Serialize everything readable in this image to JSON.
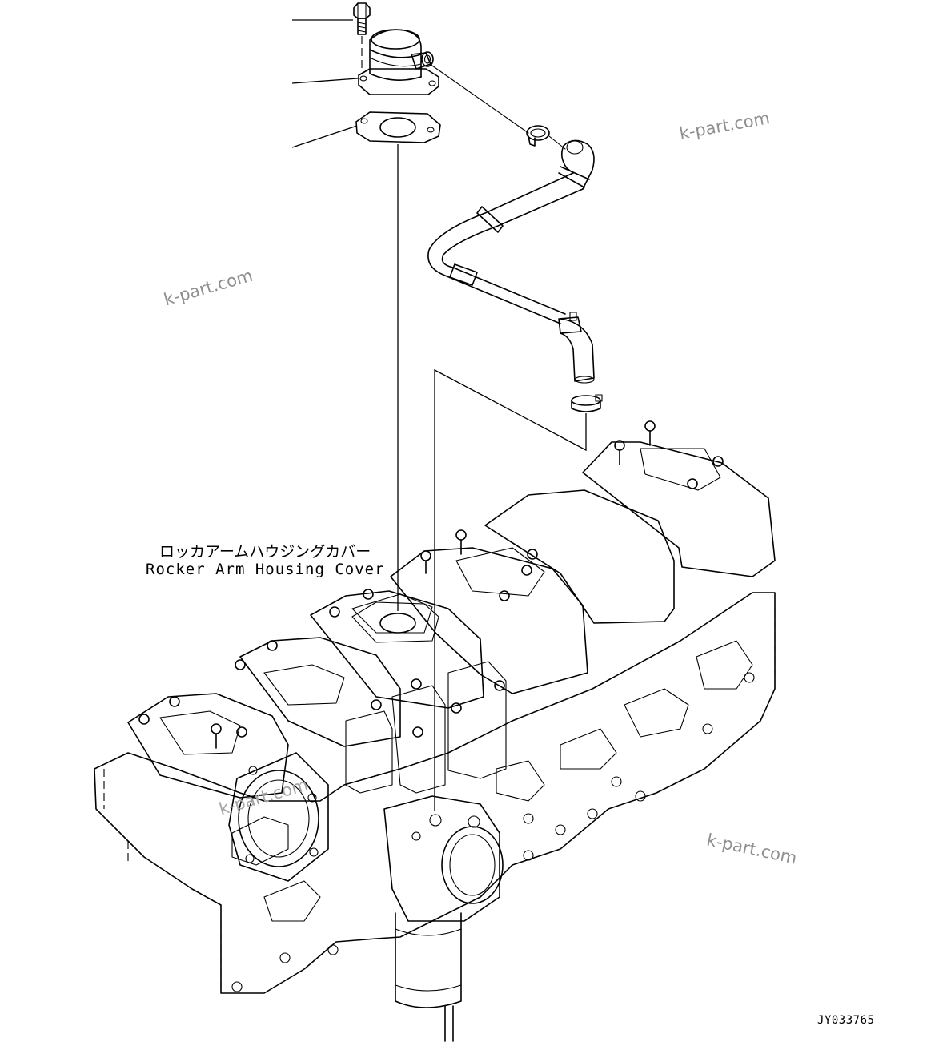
{
  "callout": {
    "japanese": "ロッカアームハウジングカバー",
    "english": "Rocker Arm Housing Cover"
  },
  "drawing_code": "JY033765",
  "watermarks": [
    "k-part.com",
    "k-part.com",
    "k-part.com",
    "k-part.com"
  ],
  "colors": {
    "ink": "#000000",
    "background": "#ffffff",
    "watermark": "#8f8f8f"
  }
}
